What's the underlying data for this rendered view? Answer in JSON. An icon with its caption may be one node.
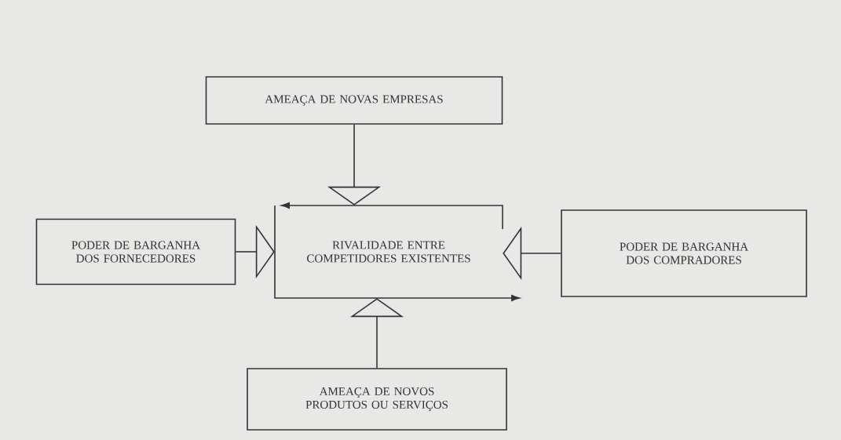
{
  "diagram": {
    "nodes": [
      {
        "text": [
          "AMEAÇA DE NOVAS EMPRESAS"
        ]
      },
      {
        "text": [
          "PODER DE BARGANHA DOS FORNECEDORES"
        ]
      },
      {
        "text": [
          "RIVALIDADE ENTRE COMPETIDORES EXISTENTES"
        ]
      },
      {
        "text": [
          "PODER DE BARGANHA DOS COMPRADORES"
        ]
      },
      {
        "text": [
          "AMEAÇA DE NOVOS PRODUTOS OU SERVIÇOS"
        ]
      }
    ],
    "edges": [
      {
        "from": 0,
        "to": 2,
        "arrow": "to"
      },
      {
        "from": 1,
        "to": 2,
        "arrow": "to"
      },
      {
        "from": 3,
        "to": 2,
        "arrow": "to"
      },
      {
        "from": 4,
        "to": 2,
        "arrow": "to"
      }
    ]
  }
}
